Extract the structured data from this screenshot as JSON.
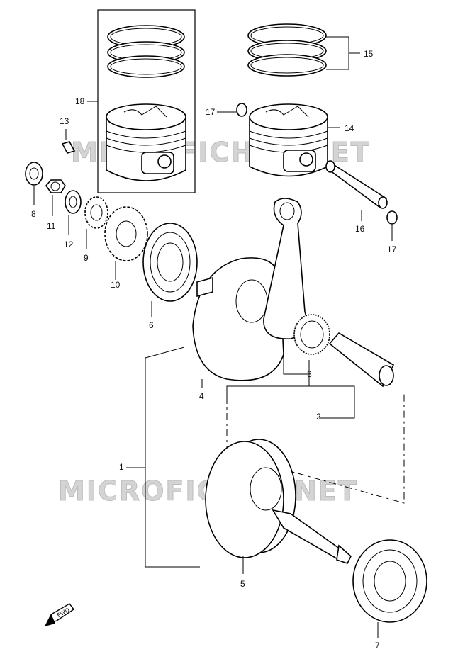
{
  "watermark": {
    "text_top": "MICROFICHES.NET",
    "text_bottom": "MICROFICHES.NET"
  },
  "labels": {
    "p1": "1",
    "p2": "2",
    "p3": "3",
    "p4": "4",
    "p5": "5",
    "p6": "6",
    "p7": "7",
    "p8": "8",
    "p9": "9",
    "p10": "10",
    "p11": "11",
    "p12": "12",
    "p13": "13",
    "p14": "14",
    "p15": "15",
    "p16": "16",
    "p17a": "17",
    "p17b": "17",
    "p18": "18"
  },
  "direction_marker": {
    "text": "FWD",
    "icon": "fwd-arrow-icon"
  }
}
